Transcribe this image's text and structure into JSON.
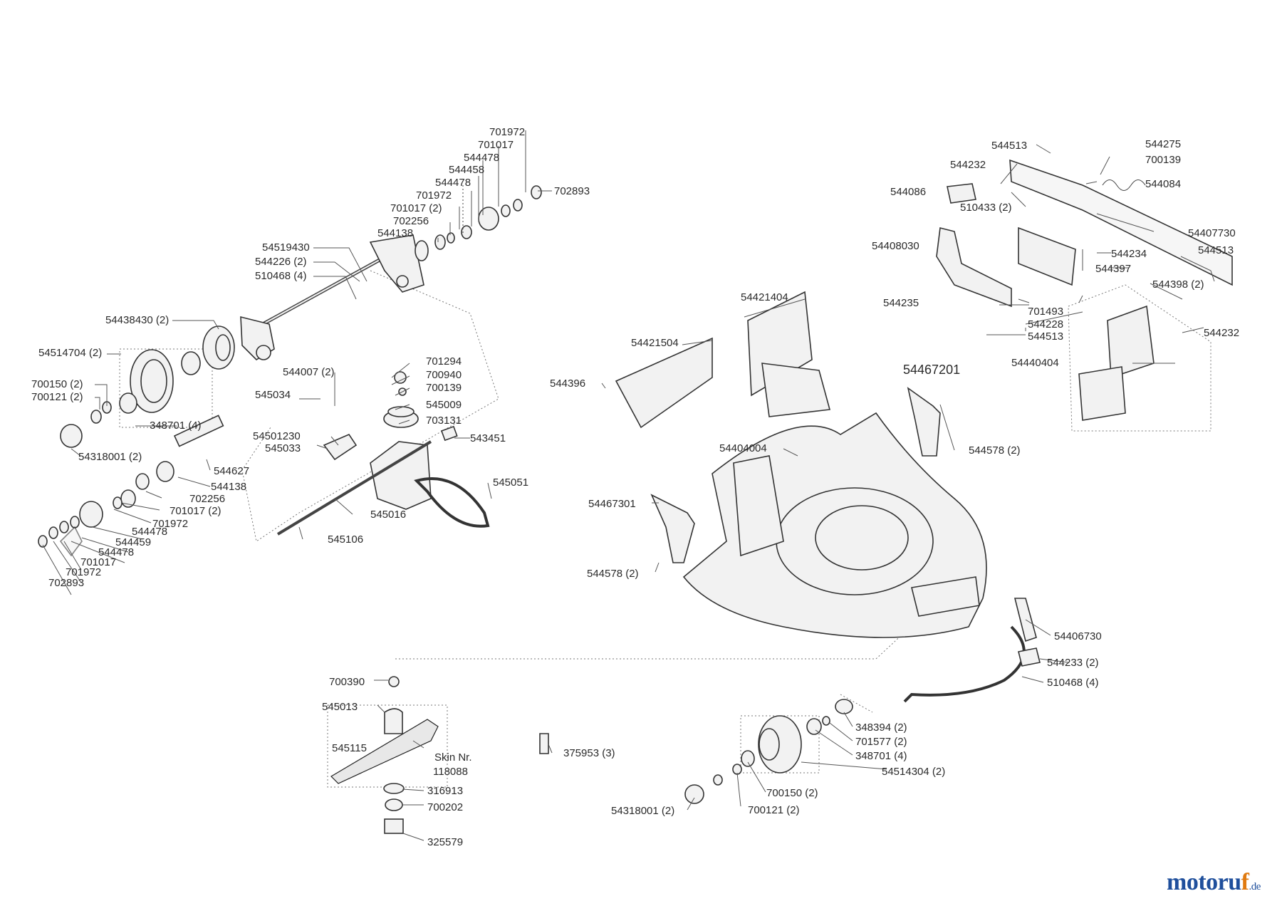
{
  "brand": {
    "part1": "motoru",
    "part2": "f",
    "part3": ".de"
  },
  "labels": [
    "701972",
    "701017",
    "544478",
    "544458",
    "544478",
    "701972",
    "701017 (2)",
    "702256",
    "544138",
    "702893",
    "54519430",
    "544226 (2)",
    "510468 (4)",
    "54438430 (2)",
    "54514704 (2)",
    "700150 (2)",
    "700121 (2)",
    "348701 (4)",
    "54318001 (2)",
    "544007 (2)",
    "545034",
    "701294",
    "700940",
    "700139",
    "545009",
    "703131",
    "54501230",
    "545033",
    "543451",
    "544627",
    "544138",
    "702256",
    "701017 (2)",
    "701972",
    "544478",
    "544459",
    "544478",
    "701017",
    "701972",
    "702893",
    "545051",
    "545016",
    "545106",
    "544513",
    "544275",
    "544232",
    "700139",
    "544086",
    "544084",
    "510433 (2)",
    "54407730",
    "54408030",
    "544513",
    "544234",
    "544397",
    "544398 (2)",
    "544235",
    "701493",
    "544228",
    "544513",
    "544232",
    "54440404",
    "54421404",
    "54421504",
    "544396",
    "54467201",
    "544578 (2)",
    "54404004",
    "54467301",
    "544578 (2)",
    "54406730",
    "544233 (2)",
    "510468 (4)",
    "700390",
    "545013",
    "545115",
    "Skin Nr.",
    "118088",
    "316913",
    "700202",
    "325579",
    "375953 (3)",
    "348394 (2)",
    "701577 (2)",
    "348701 (4)",
    "54514304 (2)",
    "700150 (2)",
    "54318001 (2)",
    "700121 (2)"
  ]
}
